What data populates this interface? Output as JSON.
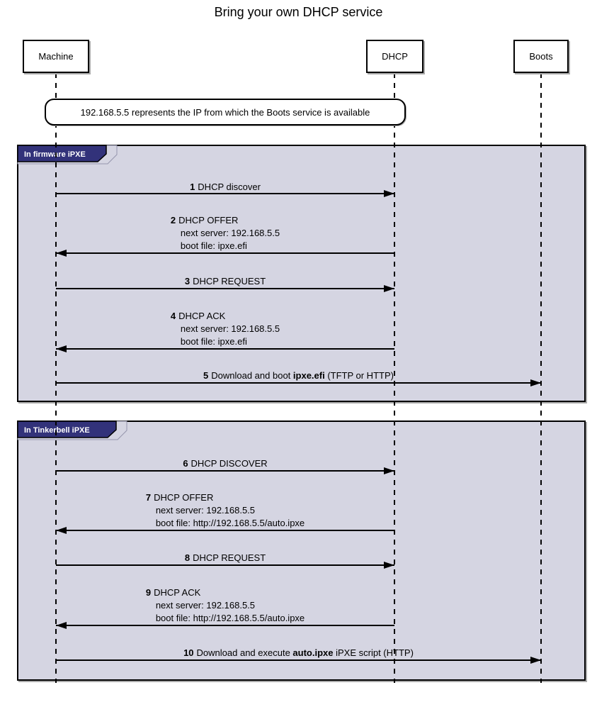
{
  "title": "Bring your own DHCP service",
  "participants": [
    {
      "name": "Machine"
    },
    {
      "name": "DHCP"
    },
    {
      "name": "Boots"
    }
  ],
  "note": {
    "text": "192.168.5.5 represents the IP from which the Boots service is available"
  },
  "frames": [
    {
      "label": "In firmware iPXE",
      "messages": [
        {
          "num": "1",
          "text": "DHCP discover",
          "from": "Machine",
          "to": "DHCP"
        },
        {
          "num": "2",
          "text": "DHCP OFFER",
          "lines": [
            "next server: 192.168.5.5",
            "boot file: ipxe.efi"
          ],
          "from": "DHCP",
          "to": "Machine"
        },
        {
          "num": "3",
          "text": "DHCP REQUEST",
          "from": "Machine",
          "to": "DHCP"
        },
        {
          "num": "4",
          "text": "DHCP ACK",
          "lines": [
            "next server: 192.168.5.5",
            "boot file: ipxe.efi"
          ],
          "from": "DHCP",
          "to": "Machine"
        },
        {
          "num": "5",
          "pre": "Download and boot ",
          "bold": "ipxe.efi",
          "post": " (TFTP or HTTP)",
          "from": "Machine",
          "to": "Boots"
        }
      ]
    },
    {
      "label": "In Tinkerbell iPXE",
      "messages": [
        {
          "num": "6",
          "text": "DHCP DISCOVER",
          "from": "Machine",
          "to": "DHCP"
        },
        {
          "num": "7",
          "text": "DHCP OFFER",
          "lines": [
            "next server: 192.168.5.5",
            "boot file: http://192.168.5.5/auto.ipxe"
          ],
          "from": "DHCP",
          "to": "Machine"
        },
        {
          "num": "8",
          "text": "DHCP REQUEST",
          "from": "Machine",
          "to": "DHCP"
        },
        {
          "num": "9",
          "text": "DHCP ACK",
          "lines": [
            "next server: 192.168.5.5",
            "boot file: http://192.168.5.5/auto.ipxe"
          ],
          "from": "DHCP",
          "to": "Machine"
        },
        {
          "num": "10",
          "pre": "Download and execute ",
          "bold": "auto.ipxe",
          "post": " iPXE script (HTTP)",
          "from": "Machine",
          "to": "Boots"
        }
      ]
    }
  ],
  "colors": {
    "frame_fill": "#d5d5e2",
    "tab_fill": "#32327a",
    "tab_text": "#ffffff",
    "line": "#000000",
    "bg": "#ffffff"
  }
}
